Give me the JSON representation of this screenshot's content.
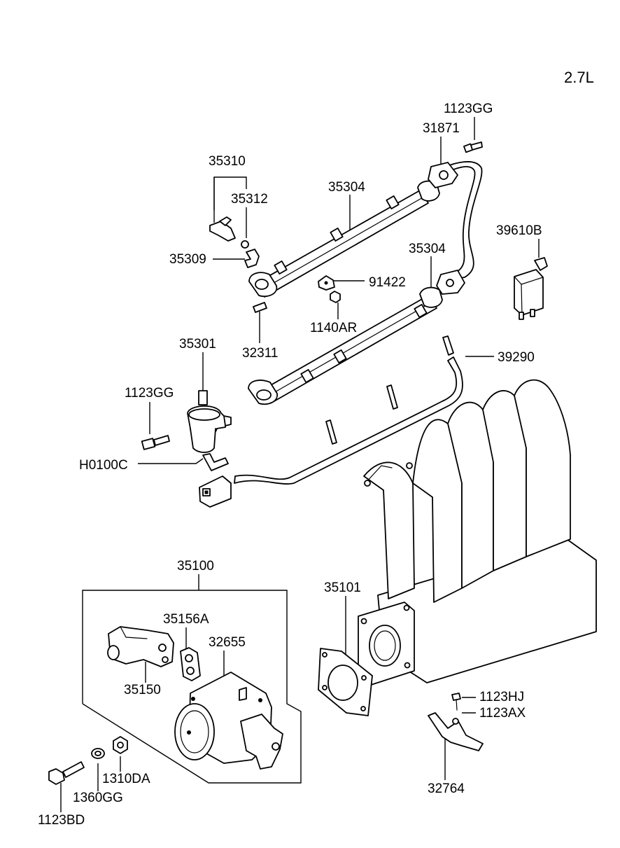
{
  "diagram": {
    "engine_label": "2.7L",
    "labels": {
      "l_1123GG_top": "1123GG",
      "l_31871": "31871",
      "l_35310": "35310",
      "l_35312": "35312",
      "l_35304_top": "35304",
      "l_35309": "35309",
      "l_39610B": "39610B",
      "l_35304_mid": "35304",
      "l_91422": "91422",
      "l_1140AR": "1140AR",
      "l_32311": "32311",
      "l_35301": "35301",
      "l_39290": "39290",
      "l_1123GG_left": "1123GG",
      "l_H0100C": "H0100C",
      "l_35100": "35100",
      "l_35101": "35101",
      "l_35156A": "35156A",
      "l_32655": "32655",
      "l_35150": "35150",
      "l_1123HJ": "1123HJ",
      "l_1123AX": "1123AX",
      "l_1310DA": "1310DA",
      "l_1360GG": "1360GG",
      "l_1123BD": "1123BD",
      "l_32764": "32764"
    }
  }
}
